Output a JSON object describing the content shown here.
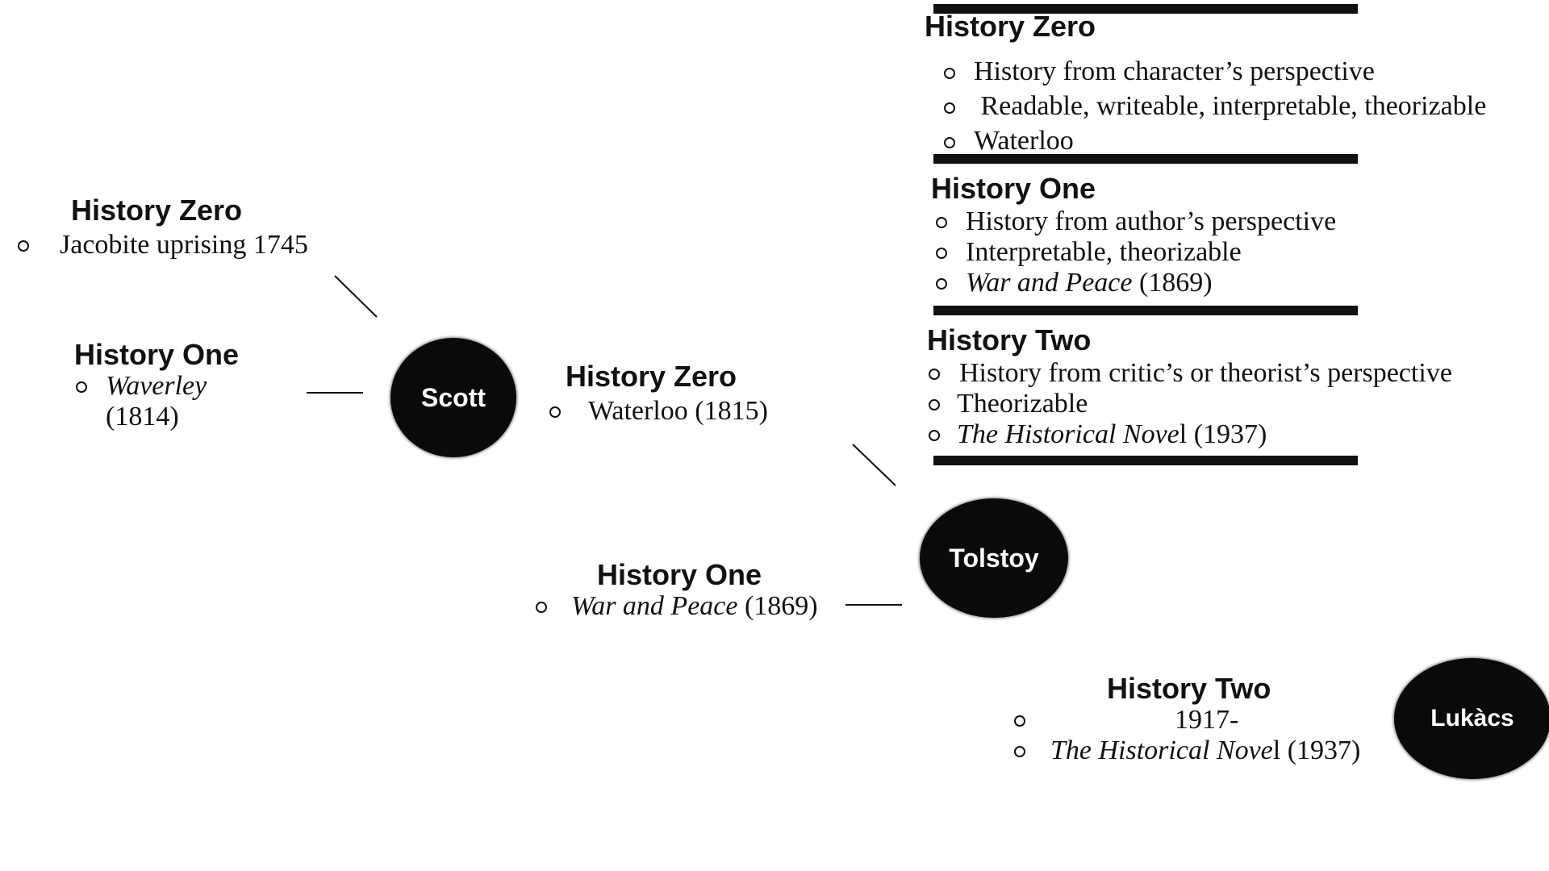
{
  "nodes": {
    "scott": "Scott",
    "tolstoy": "Tolstoy",
    "lukacs": "Lukàcs"
  },
  "scott_left": {
    "zero": {
      "heading": "History Zero",
      "items": [
        "Jacobite uprising 1745"
      ]
    },
    "one": {
      "heading": "History One",
      "items": [
        {
          "title": "Waverley",
          "year": "(1814)"
        }
      ]
    }
  },
  "tolstoy_left": {
    "zero": {
      "heading": "History Zero",
      "items": [
        "Waterloo (1815)"
      ]
    },
    "one": {
      "heading": "History One",
      "items": [
        {
          "title": "War and Peace",
          "year": " (1869)"
        }
      ]
    }
  },
  "lukacs_left": {
    "heading": "History Two",
    "items": [
      {
        "text": "1917-"
      },
      {
        "title": "The Historical Nove",
        "suffix": "l (1937)"
      }
    ]
  },
  "summary": {
    "zero": {
      "heading": "History Zero",
      "items": [
        "History from character’s perspective",
        " Readable, writeable, interpretable, theorizable",
        "Waterloo"
      ]
    },
    "one": {
      "heading": "History One",
      "items": [
        {
          "text": "History from author’s perspective"
        },
        {
          "text": "Interpretable, theorizable"
        },
        {
          "title": "War and Peace",
          "suffix": " (1869)"
        }
      ]
    },
    "two": {
      "heading": "History Two",
      "items": [
        {
          "text": "History from critic’s or theorist’s perspective"
        },
        {
          "text": "Theorizable"
        },
        {
          "title": "The Historical Nove",
          "suffix": "l (1937)"
        }
      ]
    }
  }
}
